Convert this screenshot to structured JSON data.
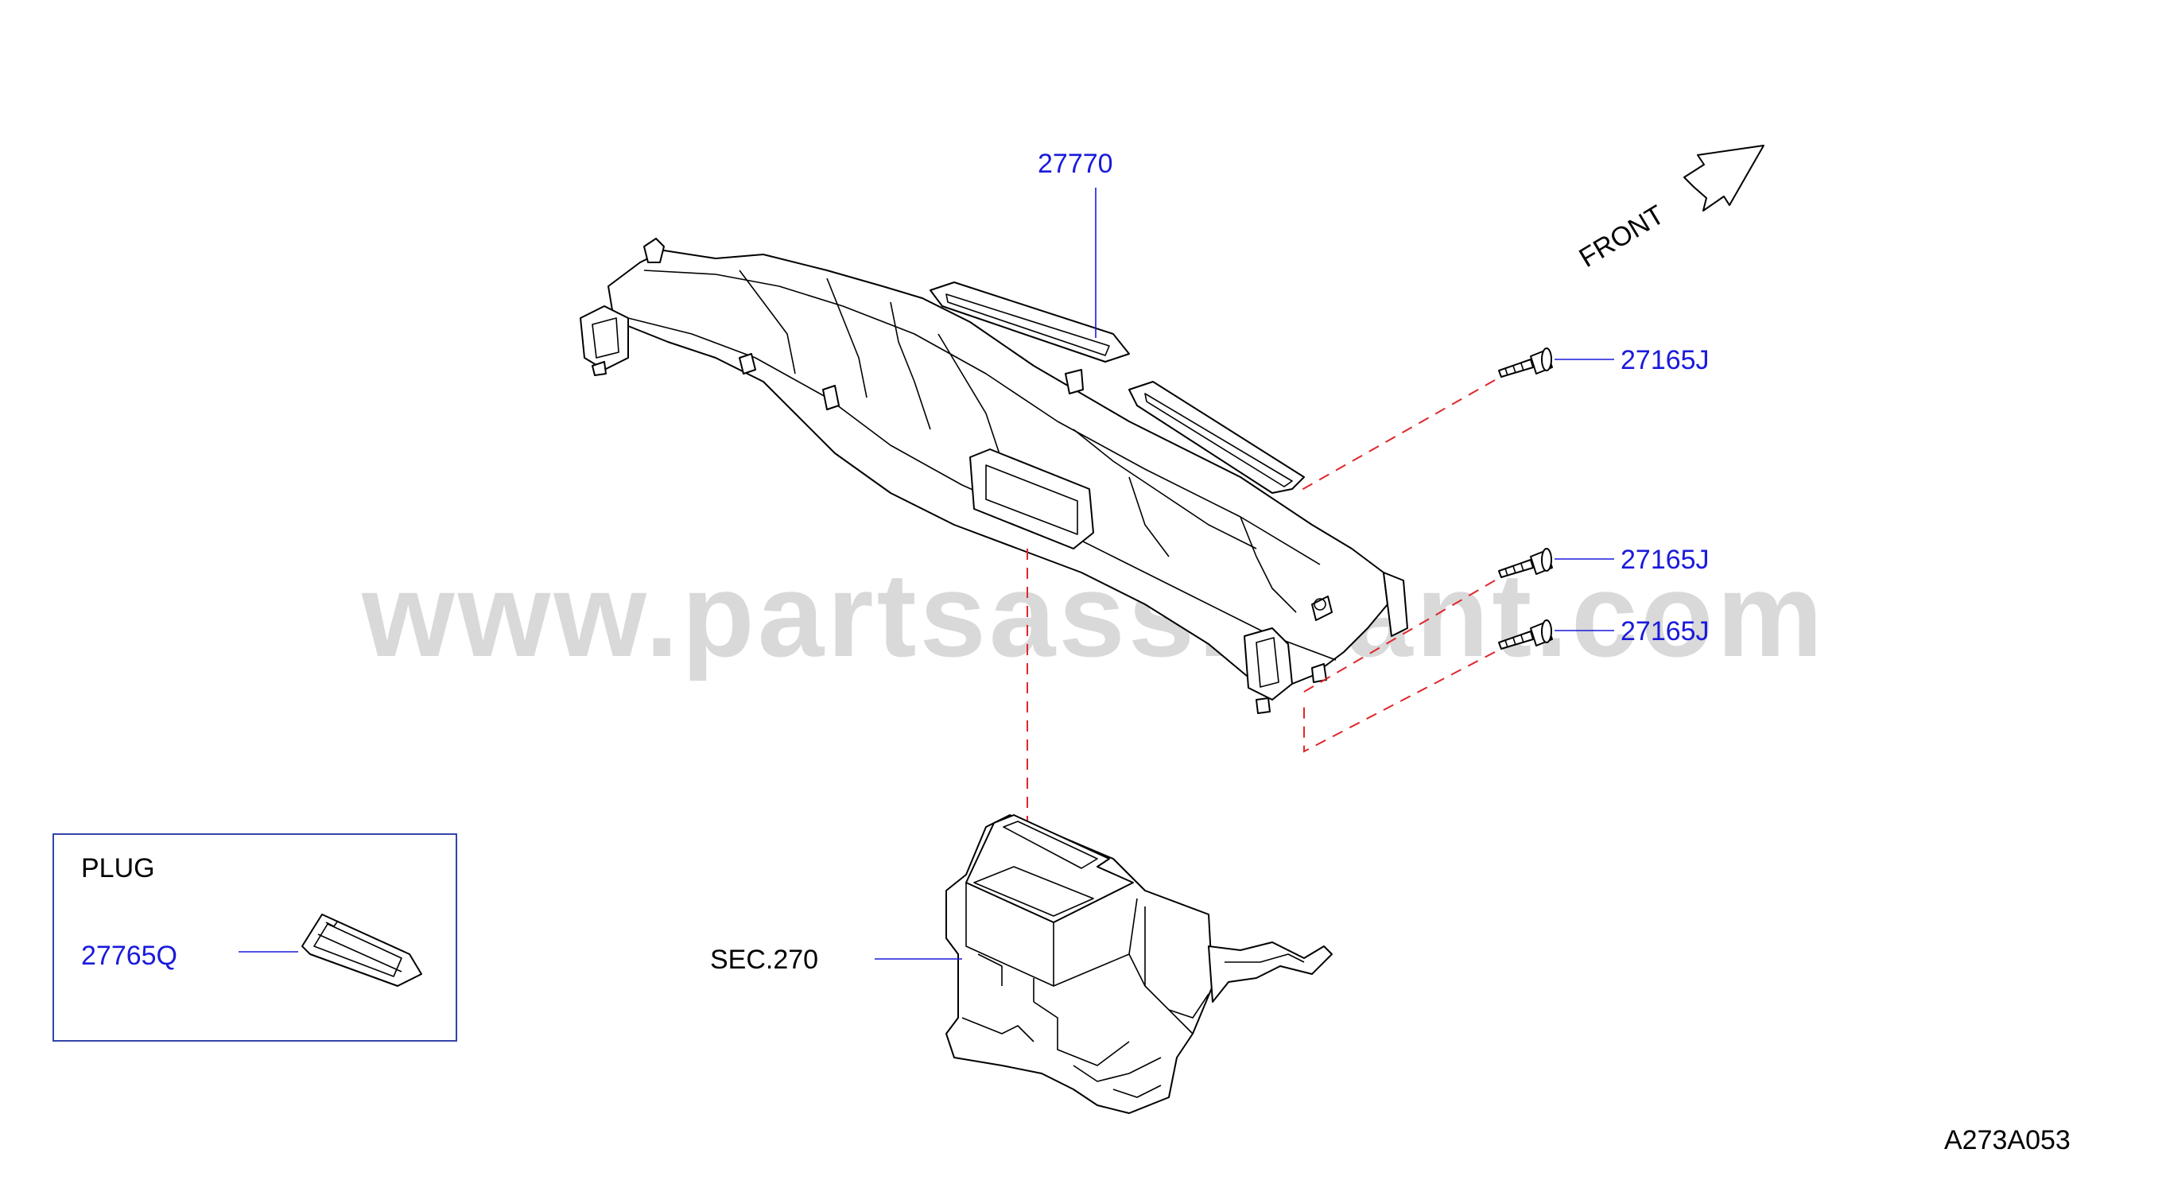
{
  "watermark": "www.partsassistant.com",
  "front_label": "FRONT",
  "drawing_code": "A273A053",
  "colors": {
    "part_number": "#1a1adc",
    "reference_line": "#e0262b",
    "watermark": "#d9d9d9",
    "box_border": "#3344aa"
  },
  "callouts": {
    "duct_assembly": "27770",
    "screw_top": "27165J",
    "screw_middle": "27165J",
    "screw_bottom": "27165J",
    "heater_section": "SEC.270"
  },
  "inset": {
    "title": "PLUG",
    "part_number": "27765Q"
  },
  "icons": [
    "front-arrow-icon"
  ]
}
